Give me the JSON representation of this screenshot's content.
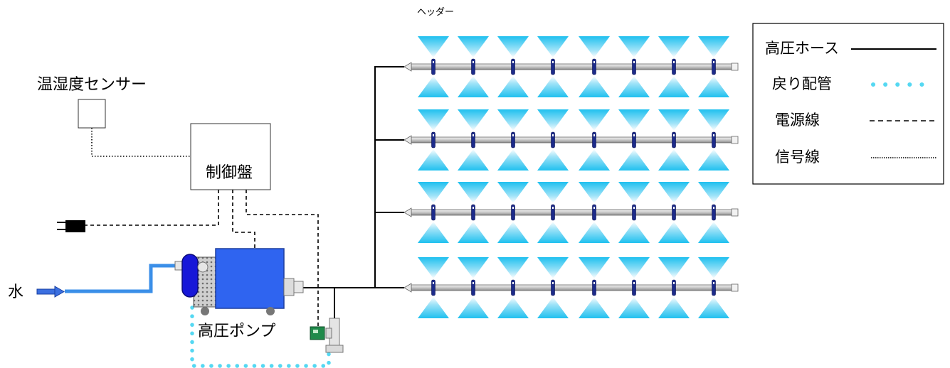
{
  "labels": {
    "header": "ヘッダー",
    "sensor": "温湿度センサー",
    "control_panel": "制御盤",
    "pump": "高圧ポンプ",
    "water": "水"
  },
  "legend": {
    "items": [
      {
        "label": "高圧ホース",
        "style": "solid"
      },
      {
        "label": "戻り配管",
        "style": "cyan-dots"
      },
      {
        "label": "電源線",
        "style": "dashed"
      },
      {
        "label": "信号線",
        "style": "dotted"
      }
    ]
  },
  "colors": {
    "spray": "#29c3f0",
    "return_pipe": "#55d8f2",
    "water_pipe": "#3b8fe8",
    "pump_motor": "#2f64f0",
    "pump_tank": "#1717d8",
    "valve": "#1f8a4a"
  }
}
